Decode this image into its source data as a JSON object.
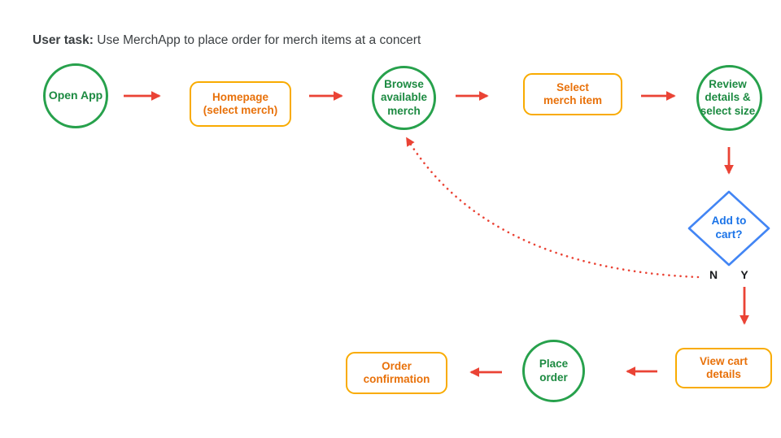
{
  "title": {
    "prefix": "User task:",
    "text": " Use MerchApp to place order for merch items at a concert"
  },
  "nodes": {
    "open_app": {
      "label": "Open App",
      "shape": "circle"
    },
    "homepage": {
      "label": "Homepage (select merch)",
      "shape": "rounded-rect"
    },
    "browse": {
      "label": "Browse available merch",
      "shape": "circle"
    },
    "select_item": {
      "label": "Select merch item",
      "shape": "rounded-rect"
    },
    "review": {
      "label": "Review details & select size",
      "shape": "circle"
    },
    "decision": {
      "label": "Add to cart?",
      "shape": "diamond"
    },
    "view_cart": {
      "label": "View cart details",
      "shape": "rounded-rect"
    },
    "place_order": {
      "label": "Place order",
      "shape": "circle"
    },
    "order_confirmation": {
      "label": "Order confirmation",
      "shape": "rounded-rect"
    }
  },
  "branch_labels": {
    "no": "N",
    "yes": "Y"
  },
  "colors": {
    "green": "#27A14C",
    "greenText": "#1C8A41",
    "orange": "#F9AB00",
    "orangeText": "#E8710A",
    "blue": "#4285F4",
    "blueText": "#1A73E8",
    "red": "#EA4335",
    "titleText": "#3C4043",
    "nyText": "#1A1C1F"
  }
}
